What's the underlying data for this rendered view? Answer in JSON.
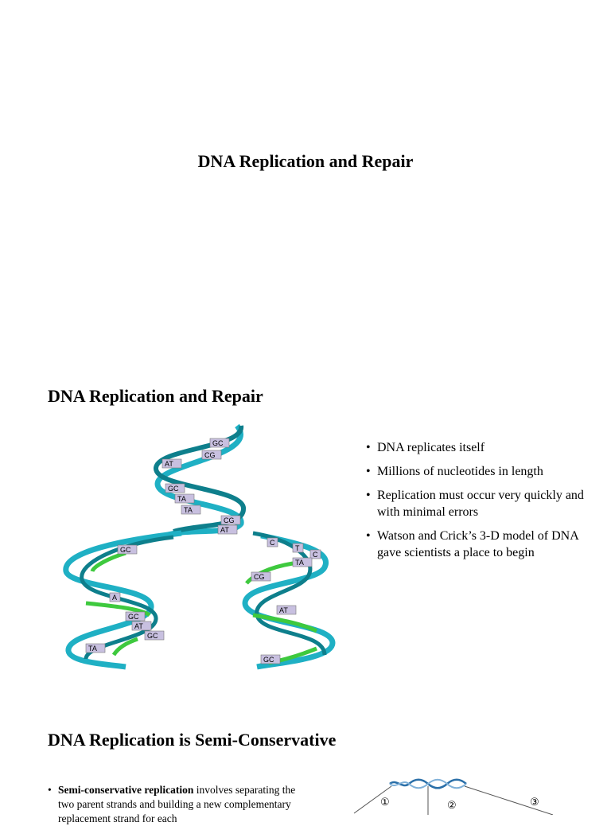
{
  "slide1": {
    "title": "DNA Replication and Repair"
  },
  "slide2": {
    "heading": "DNA Replication and Repair",
    "bullets": [
      "DNA replicates itself",
      "Millions of nucleotides in length",
      "Replication must occur very quickly and with minimal errors",
      "Watson and Crick’s 3-D model of DNA gave scientists a place to begin"
    ]
  },
  "slide3": {
    "heading": "DNA Replication is Semi-Conservative",
    "bullet_bold": "Semi-conservative replication",
    "bullet_rest": " involves separating the two parent strands and building a new complementary replacement strand for each",
    "diagram_labels": [
      "①",
      "②",
      "③"
    ]
  },
  "colors": {
    "strand_teal": "#1fb0c4",
    "strand_dark": "#0e7f8c",
    "new_strand_green": "#3ec93e",
    "base_pair_box": "#c8c0e0"
  },
  "diagram": {
    "base_pairs": [
      "GC",
      "CG",
      "AT",
      "GC",
      "TA",
      "TA",
      "CG",
      "AT",
      "GC",
      "C",
      "T",
      "C",
      "TA",
      "CG",
      "A",
      "GC",
      "AT",
      "AT",
      "GC",
      "TA",
      "GC"
    ]
  }
}
